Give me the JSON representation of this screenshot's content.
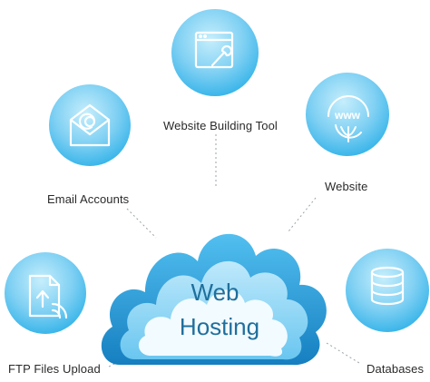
{
  "center": {
    "line1": "Web",
    "line2": "Hosting"
  },
  "nodes": [
    {
      "id": "website-building-tool",
      "label": "Website Building Tool",
      "icon": "browser-wrench-icon"
    },
    {
      "id": "email-accounts",
      "label": "Email Accounts",
      "icon": "email-at-icon"
    },
    {
      "id": "website",
      "label": "Website",
      "icon": "www-globe-icon"
    },
    {
      "id": "ftp-files-upload",
      "label": "FTP Files Upload",
      "icon": "file-upload-icon"
    },
    {
      "id": "databases",
      "label": "Databases",
      "icon": "database-icon"
    }
  ],
  "colors": {
    "circle_light": "#aee4f9",
    "circle_dark": "#2fb1e8",
    "cloud_outer": "#1e98d6",
    "cloud_inner": "#f2fbff",
    "text_blue": "#1f6f9c",
    "connector": "#9aa3aa"
  }
}
